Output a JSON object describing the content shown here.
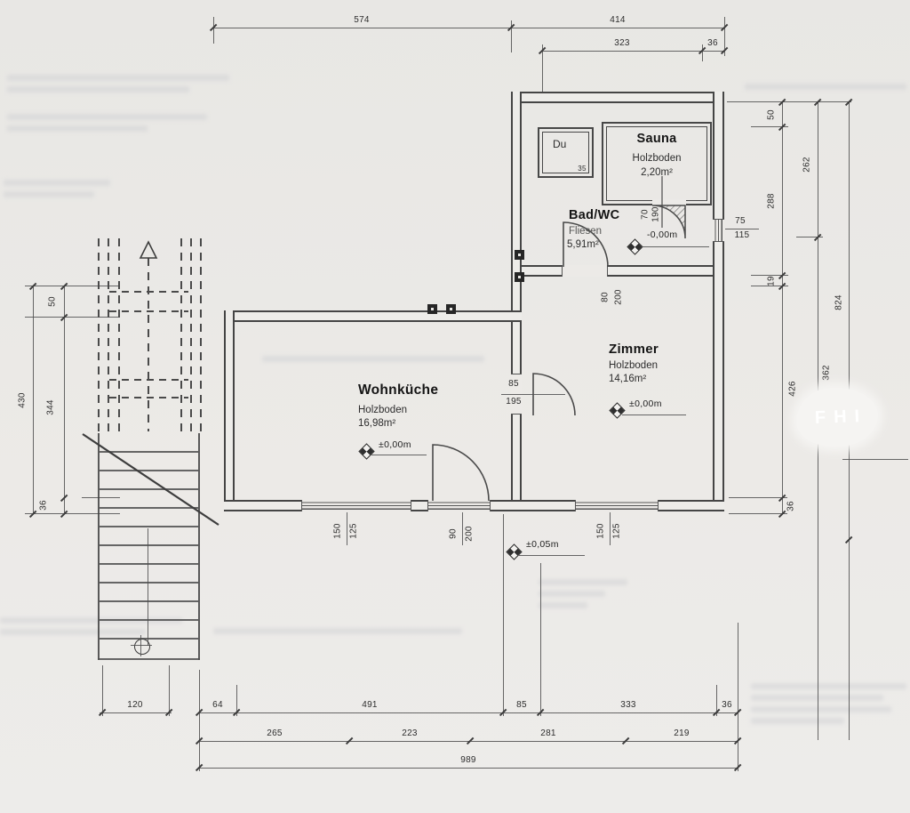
{
  "watermark": {
    "text": "FHI"
  },
  "rooms": {
    "sauna": {
      "name": "Sauna",
      "floor": "Holzboden",
      "area": "2,20m²"
    },
    "bad": {
      "name": "Bad/WC",
      "floor": "Fliesen",
      "area": "5,91m²",
      "level": "-0,00m"
    },
    "zimmer": {
      "name": "Zimmer",
      "floor": "Holzboden",
      "area": "14,16m²",
      "level": "±0,00m"
    },
    "wohnkueche": {
      "name": "Wohnküche",
      "floor": "Holzboden",
      "area": "16,98m²",
      "level": "±0,00m"
    },
    "dusche": {
      "name": "Du",
      "step": "35"
    },
    "outside": {
      "level": "±0,05m"
    }
  },
  "dims": {
    "top": [
      "574",
      "414",
      "323",
      "36"
    ],
    "left_total": "430",
    "left": [
      "50",
      "344",
      "36"
    ],
    "right1": [
      "50",
      "288",
      "19",
      "426",
      "36"
    ],
    "right2": [
      "262",
      "362"
    ],
    "right_total": "824",
    "b1": [
      "120",
      "64",
      "491",
      "85",
      "333",
      "36"
    ],
    "b2": [
      "265",
      "223",
      "281",
      "219"
    ],
    "b_total": "989"
  },
  "openings": {
    "door_wohnkueche_zimmer": {
      "w": "85",
      "h": "195"
    },
    "door_bad": {
      "w": "80",
      "h": "200"
    },
    "door_sauna": {
      "w": "70",
      "h": "190"
    },
    "door_sued": {
      "w": "90",
      "h": "200"
    },
    "fenster_wohnkueche": {
      "w": "150",
      "h": "125"
    },
    "fenster_zimmer": {
      "w": "150",
      "h": "125"
    },
    "fenster_bad": {
      "w": "75",
      "h": "115"
    }
  }
}
